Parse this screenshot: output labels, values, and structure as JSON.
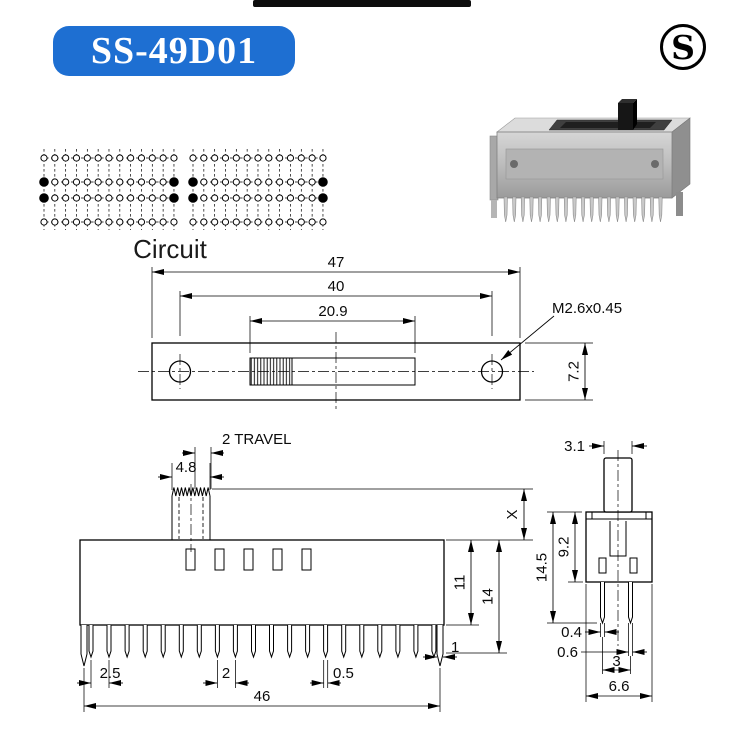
{
  "header": {
    "part_number": "SS-49D01",
    "brand_letter": "S",
    "badge_color": "#1e6fd2"
  },
  "circuit_section": {
    "label": "Circuit"
  },
  "top_view": {
    "overall_length": "47",
    "mounting_hole_spacing": "40",
    "slot_length": "20.9",
    "body_width": "7.2",
    "thread_callout": "M2.6x0.45"
  },
  "front_view": {
    "travel_label": "2 TRAVEL",
    "knob_width": "4.8",
    "knob_height": "X",
    "body_height": "11",
    "overall_height": "14",
    "pin_pitch": "2.5",
    "pitch_small": "2",
    "terminal_width": "0.5",
    "bracket_width": "1",
    "overall_length": "46"
  },
  "side_view": {
    "knob_width": "3.1",
    "overall_height": "14.5",
    "body_height": "9.2",
    "terminal_thickness": "0.4",
    "terminal_thickness_b": "0.6",
    "terminal_spacing": "3",
    "body_depth": "6.6"
  }
}
